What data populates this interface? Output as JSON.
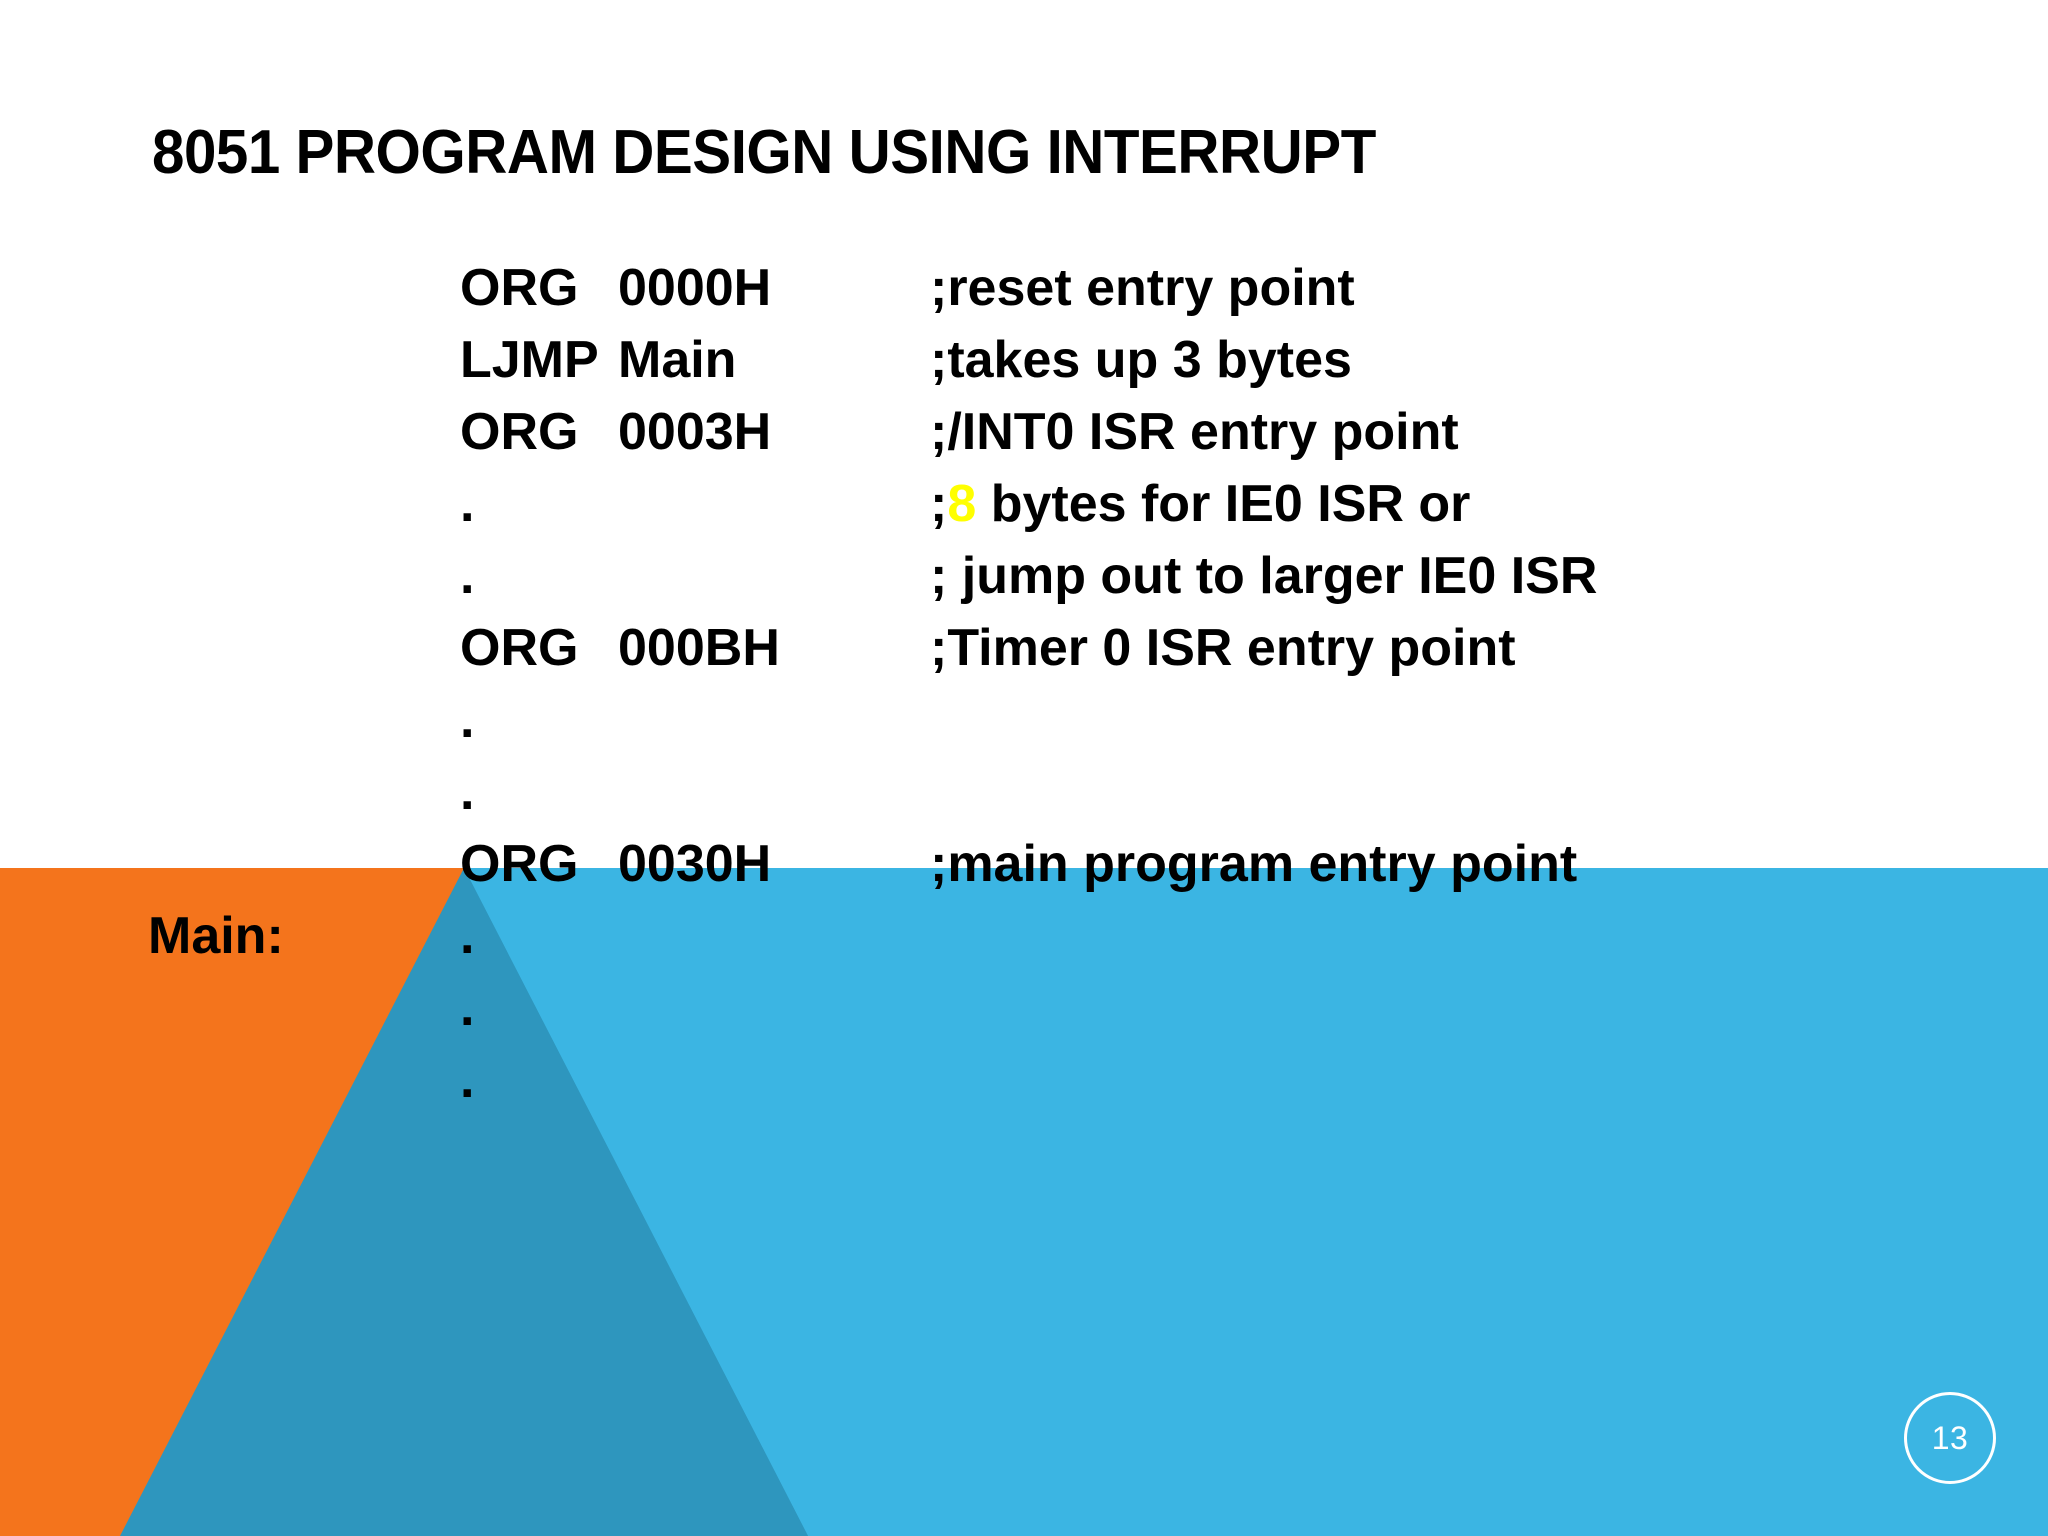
{
  "slide": {
    "title": "8051 PROGRAM DESIGN USING INTERRUPT",
    "page_number": "13",
    "main_label": "Main:"
  },
  "colors": {
    "background": "#FFFFFF",
    "text": "#000000",
    "highlight_yellow": "#FFFF00",
    "band_cyan": "#3BB5E3",
    "band_orange": "#F4741C",
    "band_teal": "#2E96BE",
    "page_number_text": "#FFFFFF"
  },
  "code": {
    "lines": [
      {
        "mnemonic": "ORG",
        "operand": "0000H",
        "comment_prefix": ";reset entry point",
        "comment_hl": "",
        "comment_suffix": ""
      },
      {
        "mnemonic": "LJMP",
        "operand": "Main",
        "comment_prefix": ";takes up 3 bytes",
        "comment_hl": "",
        "comment_suffix": ""
      },
      {
        "mnemonic": "ORG",
        "operand": "0003H",
        "comment_prefix": ";/INT0 ISR entry point",
        "comment_hl": "",
        "comment_suffix": ""
      },
      {
        "mnemonic": ".",
        "operand": "",
        "comment_prefix": ";",
        "comment_hl": "8",
        "comment_suffix": " bytes for IE0 ISR or"
      },
      {
        "mnemonic": ".",
        "operand": "",
        "comment_prefix": "; jump out to larger IE0 ISR",
        "comment_hl": "",
        "comment_suffix": ""
      },
      {
        "mnemonic": "ORG",
        "operand": "000BH",
        "comment_prefix": ";Timer 0 ISR entry point",
        "comment_hl": "",
        "comment_suffix": ""
      },
      {
        "mnemonic": ".",
        "operand": "",
        "comment_prefix": "",
        "comment_hl": "",
        "comment_suffix": ""
      },
      {
        "mnemonic": ".",
        "operand": "",
        "comment_prefix": "",
        "comment_hl": "",
        "comment_suffix": ""
      },
      {
        "mnemonic": "ORG",
        "operand": "0030H",
        "comment_prefix": ";main program entry point",
        "comment_hl": "",
        "comment_suffix": ""
      },
      {
        "mnemonic": ".",
        "operand": "",
        "comment_prefix": "",
        "comment_hl": "",
        "comment_suffix": ""
      },
      {
        "mnemonic": ".",
        "operand": "",
        "comment_prefix": "",
        "comment_hl": "",
        "comment_suffix": ""
      },
      {
        "mnemonic": ".",
        "operand": "",
        "comment_prefix": "",
        "comment_hl": "",
        "comment_suffix": ""
      }
    ]
  }
}
